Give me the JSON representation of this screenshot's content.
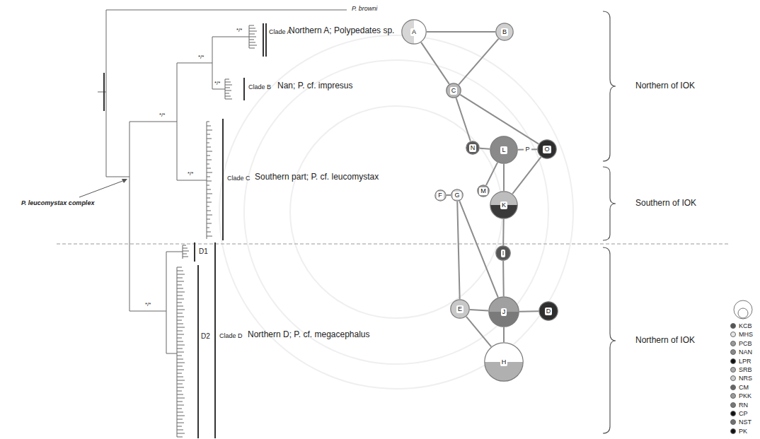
{
  "diagram": {
    "nodes": [
      {
        "text": [
          "A"
        ]
      },
      {
        "text": [
          "B"
        ]
      },
      {
        "text": [
          "C"
        ]
      },
      {
        "text": [
          "N"
        ]
      },
      {
        "text": [
          "L"
        ]
      },
      {
        "text": [
          "M"
        ]
      },
      {
        "text": [
          "O"
        ]
      },
      {
        "text": [
          "K"
        ]
      },
      {
        "text": [
          "F"
        ]
      },
      {
        "text": [
          "G"
        ]
      },
      {
        "text": [
          "I"
        ]
      },
      {
        "text": [
          "E"
        ]
      },
      {
        "text": [
          "J"
        ]
      },
      {
        "text": [
          "D"
        ]
      },
      {
        "text": [
          "H"
        ]
      }
    ],
    "edges": [
      {
        "from": 0,
        "to": 1,
        "arrow": "none"
      },
      {
        "from": 0,
        "to": 2,
        "arrow": "none"
      },
      {
        "from": 1,
        "to": 2,
        "arrow": "none"
      },
      {
        "from": 2,
        "to": 3,
        "arrow": "none"
      },
      {
        "from": 2,
        "to": 6,
        "arrow": "none"
      },
      {
        "from": 3,
        "to": 4,
        "arrow": "none"
      },
      {
        "from": 4,
        "to": 6,
        "label": "P",
        "arrow": "none"
      },
      {
        "from": 4,
        "to": 5,
        "arrow": "none"
      },
      {
        "from": 4,
        "to": 7,
        "arrow": "none"
      },
      {
        "from": 6,
        "to": 7,
        "arrow": "none"
      },
      {
        "from": 7,
        "to": 10,
        "arrow": "none"
      },
      {
        "from": 8,
        "to": 9,
        "arrow": "none"
      },
      {
        "from": 9,
        "to": 11,
        "arrow": "none"
      },
      {
        "from": 9,
        "to": 12,
        "arrow": "none"
      },
      {
        "from": 10,
        "to": 12,
        "arrow": "none"
      },
      {
        "from": 11,
        "to": 12,
        "arrow": "none"
      },
      {
        "from": 12,
        "to": 13,
        "arrow": "none"
      },
      {
        "from": 12,
        "to": 14,
        "arrow": "none"
      },
      {
        "from": 11,
        "to": 14,
        "arrow": "none"
      }
    ],
    "labels": [
      "P. browni",
      "Clade A",
      "Northern A; Polypedates sp.",
      "Clade B",
      "Nan; P. cf. impresus",
      "Clade C",
      "Southern part; P. cf. leucomystax",
      "D1",
      "D2",
      "Clade D",
      "Northern D; P. cf. megacephalus",
      "P. leucomystax complex",
      "Northern of IOK",
      "Southern of IOK",
      "Northern of IOK",
      "*/*",
      "*/*",
      "*/*",
      "*/*",
      "*/*",
      "*/*"
    ],
    "legend": [
      {
        "text": "KCB",
        "color": "#555555"
      },
      {
        "text": "MHS",
        "color": "#e6e6e6"
      },
      {
        "text": "PCB",
        "color": "#999999"
      },
      {
        "text": "NAN",
        "color": "#888888"
      },
      {
        "text": "LPR",
        "color": "#111111"
      },
      {
        "text": "SRB",
        "color": "#aaaaaa"
      },
      {
        "text": "NRS",
        "color": "#cccccc"
      },
      {
        "text": "CM",
        "color": "#666666"
      },
      {
        "text": "PKK",
        "color": "#9a9a9a"
      },
      {
        "text": "RN",
        "color": "#777777"
      },
      {
        "text": "CP",
        "color": "#111111"
      },
      {
        "text": "NST",
        "color": "#707070"
      },
      {
        "text": "PK",
        "color": "#111111"
      }
    ]
  }
}
